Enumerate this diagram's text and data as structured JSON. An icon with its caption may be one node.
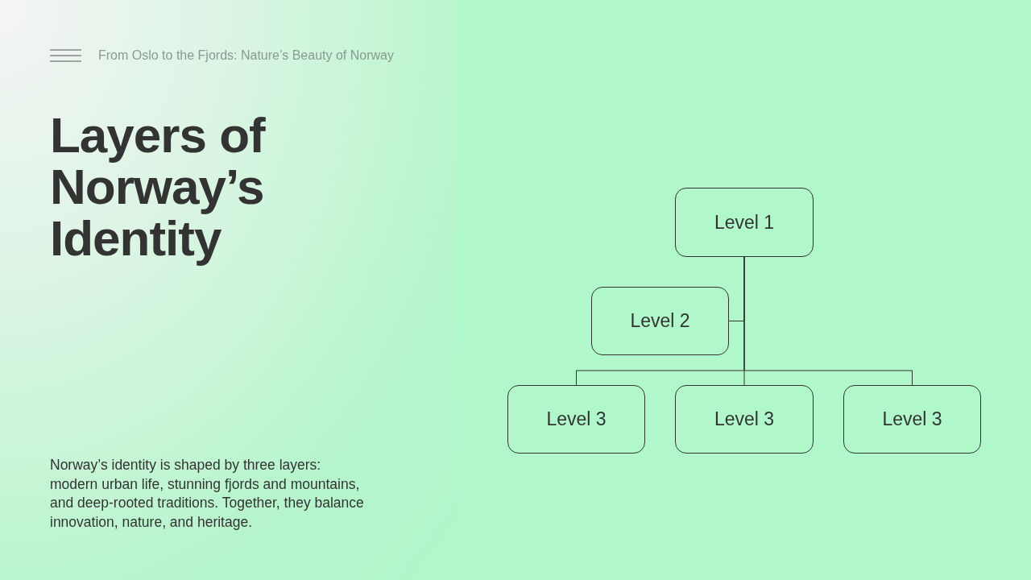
{
  "diagram": {
    "title": "Layers of Norway’s Identity",
    "nodes": [
      {
        "text": [
          "Level 1"
        ]
      },
      {
        "text": [
          "Level 2"
        ]
      },
      {
        "text": [
          "Level 3"
        ]
      },
      {
        "text": [
          "Level 3"
        ]
      },
      {
        "text": [
          "Level 3"
        ]
      }
    ],
    "edges": [
      {
        "from": 0,
        "to": 1,
        "arrow": "none"
      },
      {
        "from": 0,
        "to": 2,
        "arrow": "none"
      },
      {
        "from": 0,
        "to": 3,
        "arrow": "none"
      },
      {
        "from": 0,
        "to": 4,
        "arrow": "none"
      }
    ],
    "labels": [
      "From Oslo to the Fjords: Nature’s Beauty of Norway",
      "Norway’s identity is shaped by three layers: modern urban life, stunning fjords and mountains, and deep-rooted traditions. Together, they balance innovation, nature, and heritage."
    ]
  }
}
